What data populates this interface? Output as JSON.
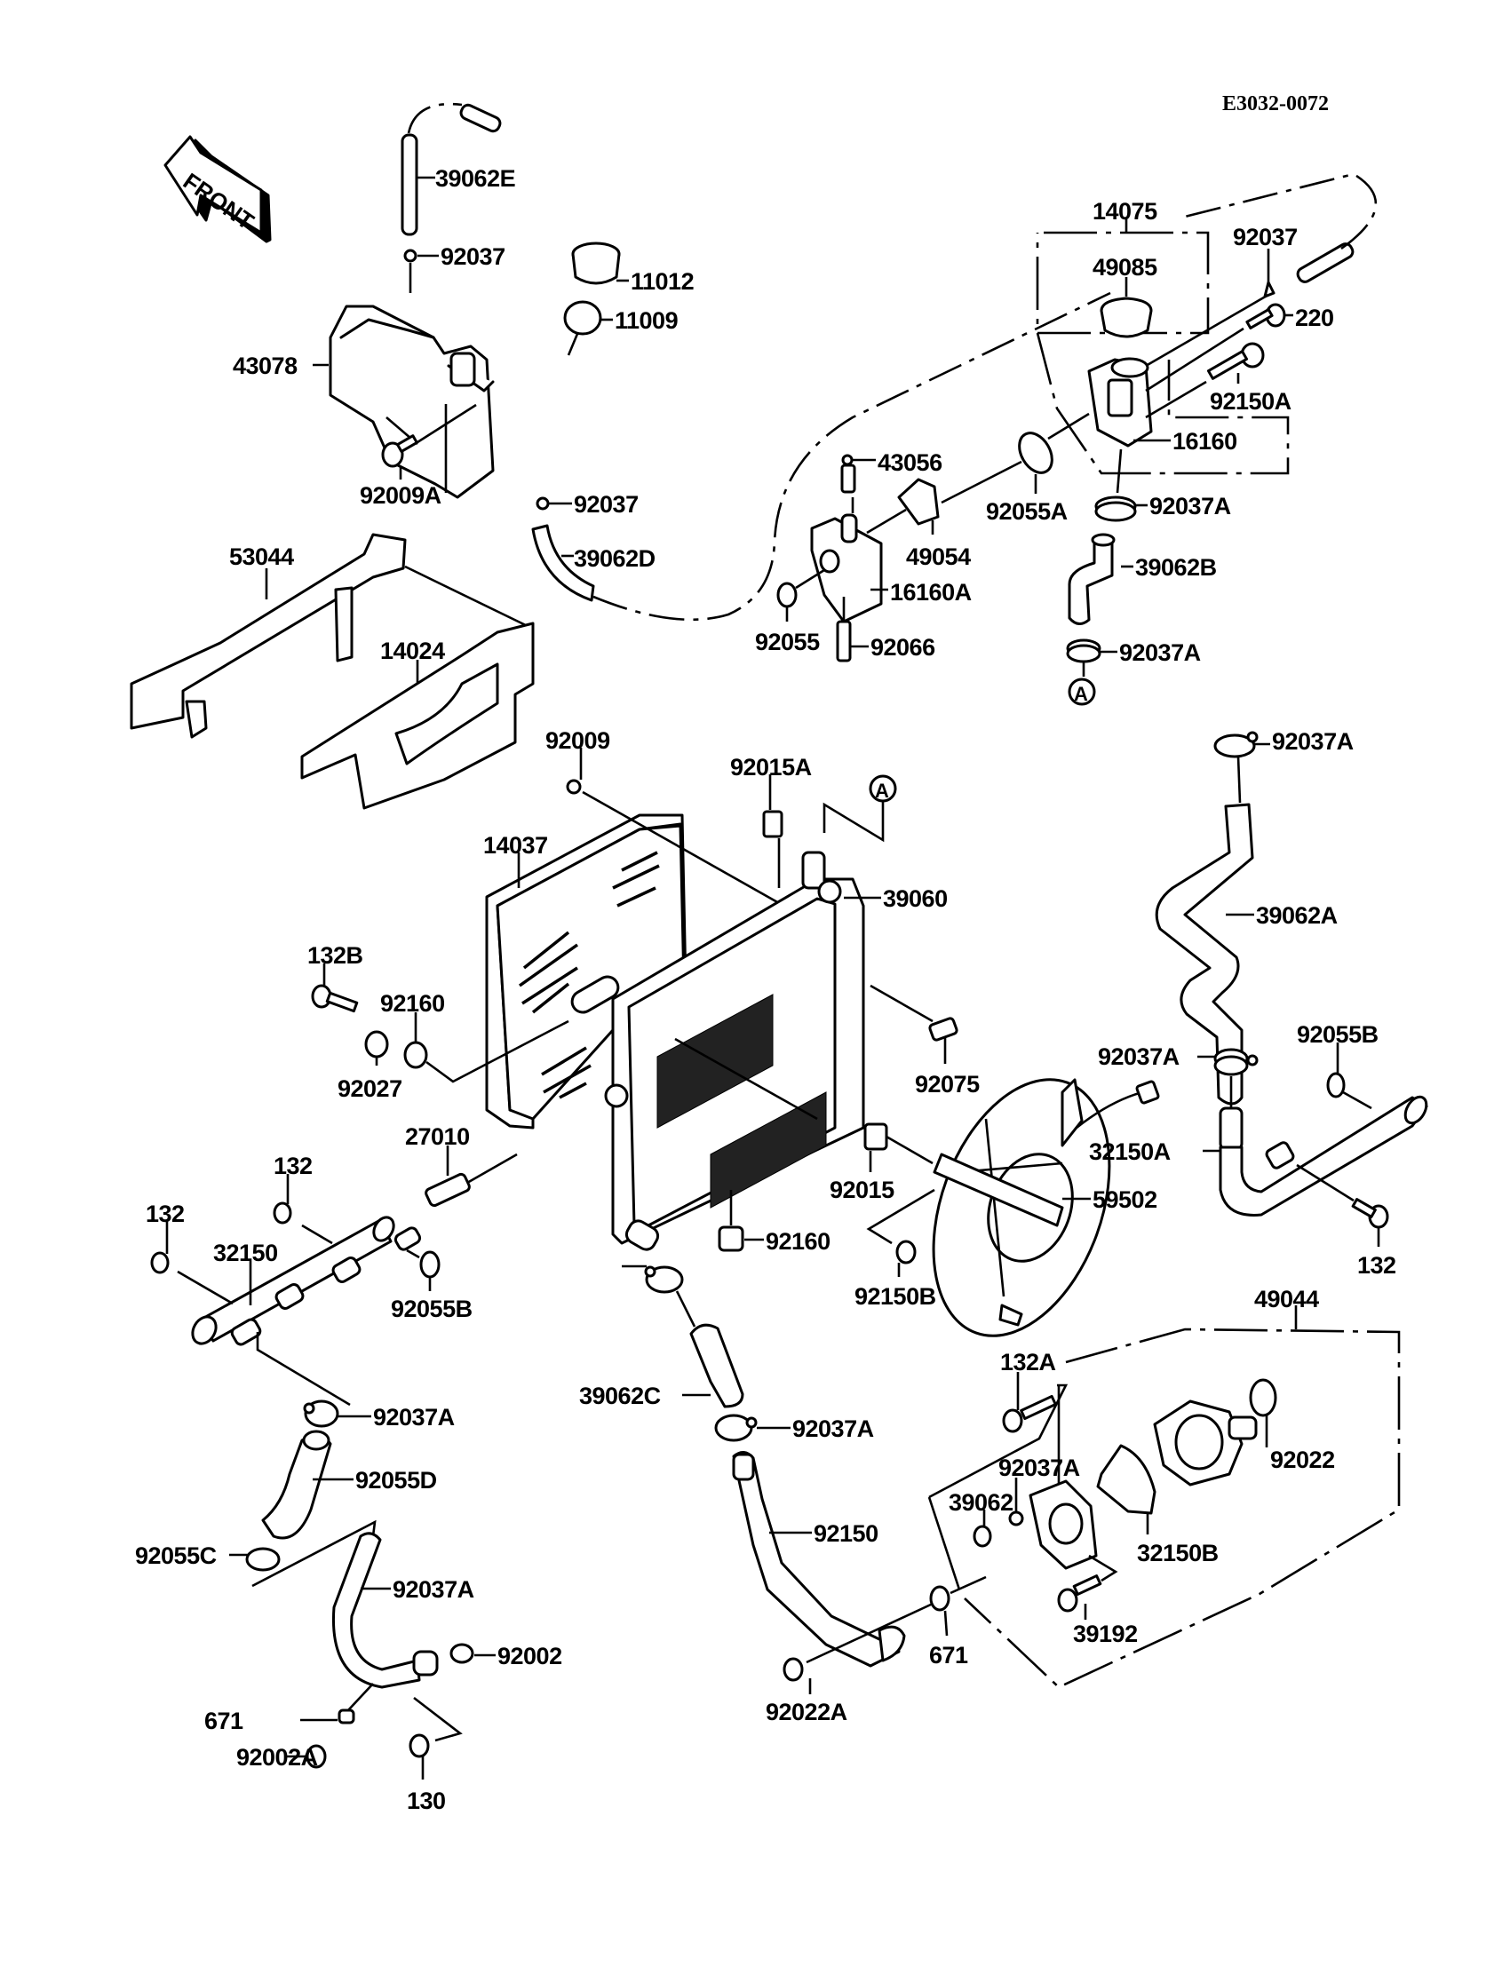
{
  "diagram": {
    "code": "E3032-0072",
    "front_arrow": "FRONT",
    "reference_marker": "A",
    "labels": [
      {
        "id": "39062E",
        "name": "hose-39062e"
      },
      {
        "id": "92037",
        "name": "clamp-92037-top"
      },
      {
        "id": "11012",
        "name": "cap-11012"
      },
      {
        "id": "11009",
        "name": "cap-11009"
      },
      {
        "id": "43078",
        "name": "reserve-tank-43078"
      },
      {
        "id": "92009A",
        "name": "bolt-92009a"
      },
      {
        "id": "92037",
        "name": "clamp-92037-bottom"
      },
      {
        "id": "39062D",
        "name": "hose-39062d"
      },
      {
        "id": "53044",
        "name": "bracket-53044"
      },
      {
        "id": "14024",
        "name": "cover-14024"
      },
      {
        "id": "14075",
        "name": "filler-assy-14075"
      },
      {
        "id": "49085",
        "name": "radiator-cap-49085"
      },
      {
        "id": "92037",
        "name": "clamp-92037-right"
      },
      {
        "id": "220",
        "name": "screw-220"
      },
      {
        "id": "92150A",
        "name": "bolt-92150a"
      },
      {
        "id": "16160",
        "name": "filler-neck-16160"
      },
      {
        "id": "43056",
        "name": "valve-43056"
      },
      {
        "id": "92055A",
        "name": "o-ring-92055a"
      },
      {
        "id": "92037A",
        "name": "clamp-92037a-1"
      },
      {
        "id": "49054",
        "name": "thermostat-49054"
      },
      {
        "id": "16160A",
        "name": "housing-16160a"
      },
      {
        "id": "39062B",
        "name": "hose-39062b"
      },
      {
        "id": "92055",
        "name": "o-ring-92055"
      },
      {
        "id": "92066",
        "name": "plug-92066"
      },
      {
        "id": "92037A",
        "name": "clamp-92037a-2"
      },
      {
        "id": "92009",
        "name": "bolt-92009"
      },
      {
        "id": "92015A",
        "name": "nut-92015a"
      },
      {
        "id": "92037A",
        "name": "clamp-92037a-3"
      },
      {
        "id": "14037",
        "name": "screen-14037"
      },
      {
        "id": "39060",
        "name": "radiator-39060"
      },
      {
        "id": "39062A",
        "name": "hose-39062a"
      },
      {
        "id": "132B",
        "name": "bolt-132b"
      },
      {
        "id": "92160",
        "name": "damper-92160-left"
      },
      {
        "id": "92027",
        "name": "collar-92027"
      },
      {
        "id": "92075",
        "name": "damper-92075"
      },
      {
        "id": "92037A",
        "name": "clamp-92037a-4"
      },
      {
        "id": "92055B",
        "name": "o-ring-92055b-right"
      },
      {
        "id": "27010",
        "name": "switch-27010"
      },
      {
        "id": "32150A",
        "name": "pipe-32150a"
      },
      {
        "id": "132",
        "name": "bolt-132-a"
      },
      {
        "id": "92015",
        "name": "nut-92015"
      },
      {
        "id": "59502",
        "name": "fan-59502"
      },
      {
        "id": "132",
        "name": "bolt-132-b"
      },
      {
        "id": "92160",
        "name": "damper-92160-bottom"
      },
      {
        "id": "32150",
        "name": "pipe-32150"
      },
      {
        "id": "132",
        "name": "bolt-132-c"
      },
      {
        "id": "92055B",
        "name": "o-ring-92055b-left"
      },
      {
        "id": "92037A",
        "name": "clamp-92037a-5"
      },
      {
        "id": "92150B",
        "name": "bolt-92150b"
      },
      {
        "id": "49044",
        "name": "water-pump-49044"
      },
      {
        "id": "132A",
        "name": "bolt-132a"
      },
      {
        "id": "39062C",
        "name": "hose-39062c"
      },
      {
        "id": "92037A",
        "name": "clamp-92037a-6"
      },
      {
        "id": "92037A",
        "name": "clamp-92037a-7"
      },
      {
        "id": "92022",
        "name": "washer-92022"
      },
      {
        "id": "92055D",
        "name": "o-ring-92055d"
      },
      {
        "id": "39062",
        "name": "hose-39062"
      },
      {
        "id": "92150",
        "name": "bolt-92150"
      },
      {
        "id": "32150B",
        "name": "pipe-32150b"
      },
      {
        "id": "92055C",
        "name": "gasket-92055c"
      },
      {
        "id": "92037A",
        "name": "clamp-92037a-8"
      },
      {
        "id": "39192",
        "name": "pipe-39192"
      },
      {
        "id": "92002",
        "name": "bolt-92002"
      },
      {
        "id": "671",
        "name": "o-ring-671-left"
      },
      {
        "id": "671",
        "name": "o-ring-671-right"
      },
      {
        "id": "92022A",
        "name": "washer-92022a"
      },
      {
        "id": "92002A",
        "name": "bolt-92002a"
      },
      {
        "id": "130",
        "name": "bolt-130"
      },
      {
        "id": "132",
        "name": "bolt-132-d"
      }
    ]
  }
}
